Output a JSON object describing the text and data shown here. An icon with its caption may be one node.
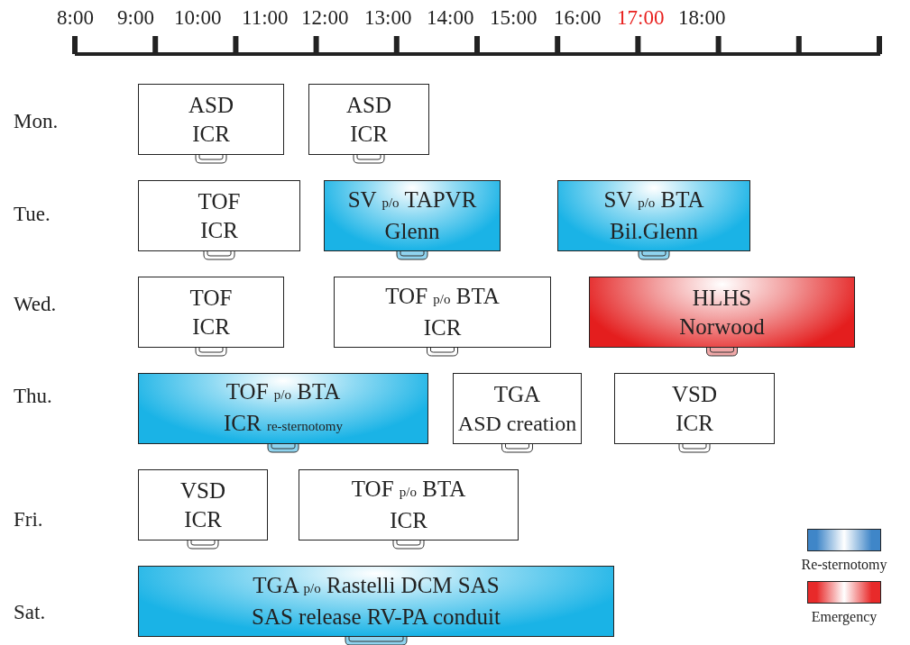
{
  "diagram": {
    "nodes": [
      {
        "text": [
          "ASD",
          "ICR"
        ]
      },
      {
        "text": [
          "ASD",
          "ICR"
        ]
      },
      {
        "text": [
          "TOF",
          "ICR"
        ]
      },
      {
        "text": [
          "SV $_{p/o}$ TAPVR",
          "Glenn"
        ]
      },
      {
        "text": [
          "SV $_{p/o}$ BTA",
          "Bil.Glenn"
        ]
      },
      {
        "text": [
          "TOF",
          "ICR"
        ]
      },
      {
        "text": [
          "TOF $_{p/o}$ BTA",
          "ICR"
        ]
      },
      {
        "text": [
          "HLHS",
          "Norwood"
        ]
      },
      {
        "text": [
          "TOF $_{p/o}$ BTA",
          "ICR $_{re-sternotomy}$"
        ]
      },
      {
        "text": [
          "TGA",
          "ASD creation"
        ]
      },
      {
        "text": [
          "VSD",
          "ICR"
        ]
      },
      {
        "text": [
          "VSD",
          "ICR"
        ]
      },
      {
        "text": [
          "TOF $_{p/o}$ BTA",
          "ICR"
        ]
      },
      {
        "text": [
          "TGA $_{p/o}$ Rastelli DCM SAS",
          "SAS release RV-PA conduit"
        ]
      }
    ],
    "labels": [
      "8:00",
      "9:00",
      "10:00",
      "11:00",
      "12:00",
      "13:00",
      "14:00",
      "15:00",
      "16:00",
      "17:00",
      "18:00",
      "Mon.",
      "Tue.",
      "Wed.",
      "Thu.",
      "Fri.",
      "Sat."
    ],
    "legend": [
      {
        "text": "Re-sternotomy",
        "color": "#3f86c8"
      },
      {
        "text": "Emergency",
        "color": "#e82a2a"
      }
    ]
  }
}
